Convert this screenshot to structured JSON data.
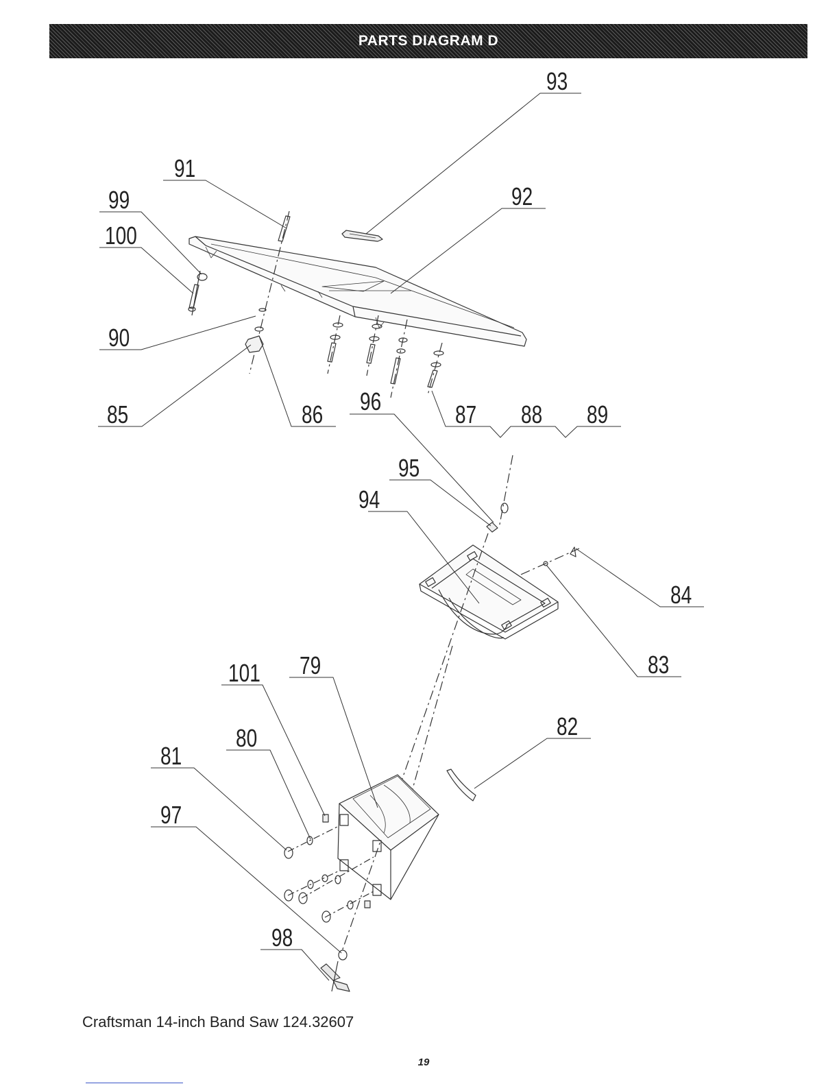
{
  "header": {
    "title": "PARTS DIAGRAM D"
  },
  "callouts": [
    {
      "id": "93",
      "label": "93"
    },
    {
      "id": "91",
      "label": "91"
    },
    {
      "id": "92",
      "label": "92"
    },
    {
      "id": "99",
      "label": "99"
    },
    {
      "id": "100",
      "label": "100"
    },
    {
      "id": "90",
      "label": "90"
    },
    {
      "id": "85",
      "label": "85"
    },
    {
      "id": "86",
      "label": "86"
    },
    {
      "id": "96",
      "label": "96"
    },
    {
      "id": "87",
      "label": "87"
    },
    {
      "id": "88",
      "label": "88"
    },
    {
      "id": "89",
      "label": "89"
    },
    {
      "id": "95",
      "label": "95"
    },
    {
      "id": "94",
      "label": "94"
    },
    {
      "id": "84",
      "label": "84"
    },
    {
      "id": "83",
      "label": "83"
    },
    {
      "id": "101",
      "label": "101"
    },
    {
      "id": "79",
      "label": "79"
    },
    {
      "id": "82",
      "label": "82"
    },
    {
      "id": "80",
      "label": "80"
    },
    {
      "id": "81",
      "label": "81"
    },
    {
      "id": "97",
      "label": "97"
    },
    {
      "id": "98",
      "label": "98"
    }
  ],
  "footer": {
    "model_text": "Craftsman 14-inch Band Saw 124.32607",
    "page_number": "19"
  }
}
